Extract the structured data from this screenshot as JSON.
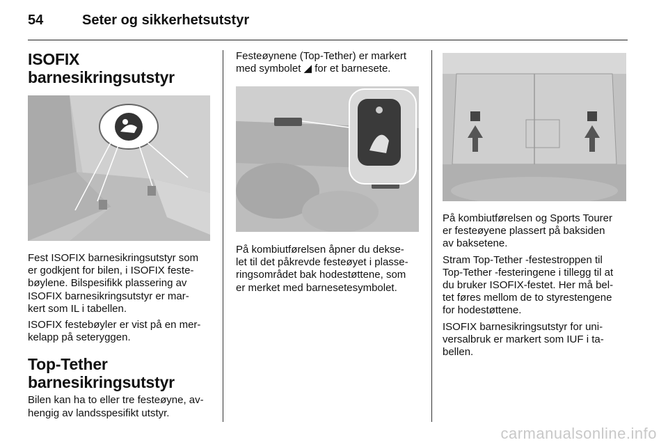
{
  "header": {
    "page_number": "54",
    "chapter_title": "Seter og sikkerhetsutstyr"
  },
  "col1": {
    "heading1_line1": "ISOFIX",
    "heading1_line2": "barnesikringsutstyr",
    "p1": [
      "Fest ISOFIX barnesikringsutstyr som",
      "er godkjent for bilen, i ISOFIX feste-",
      "bøylene. Bilspesifikk plassering av",
      "ISOFIX barnesikringsutstyr er mar-",
      "kert som IL i tabellen."
    ],
    "p2": [
      "ISOFIX festebøyler er vist på en mer-",
      "kelapp på seteryggen."
    ],
    "heading2_line1": "Top-Tether",
    "heading2_line2": "barnesikringsutstyr",
    "p3": [
      "Bilen kan ha to eller tre festeøyne, av-",
      "hengig av landsspesifikt utstyr."
    ]
  },
  "col2": {
    "intro": [
      "Festeøynene (Top-Tether) er markert",
      "med symbolet ◢ for et barnesete."
    ],
    "p1": [
      "På kombiutførelsen åpner du dekse-",
      "let til det påkrevde festeøyet i plasse-",
      "ringsområdet bak hodestøttene, som",
      "er merket med barnesetesymbolet."
    ]
  },
  "col3": {
    "p1": [
      "På kombiutførelsen og Sports Tourer",
      "er festeøyene plassert på baksiden",
      "av baksetene."
    ],
    "p2": [
      "Stram Top-Tether -festestroppen til",
      "Top-Tether -festeringene i tillegg til at",
      "du bruker ISOFIX-festet. Her må bel-",
      "tet føres mellom de to styrestengene",
      "for hodestøttene."
    ],
    "p3": [
      "ISOFIX barnesikringsutstyr for uni-",
      "versalbruk er markert som IUF i ta-",
      "bellen."
    ]
  },
  "footer": {
    "watermark": "carmanualsonline.info"
  },
  "colors": {
    "photo_gray": "#bdbdbd",
    "rule": "#333333",
    "watermark": "#c8c8c8"
  }
}
